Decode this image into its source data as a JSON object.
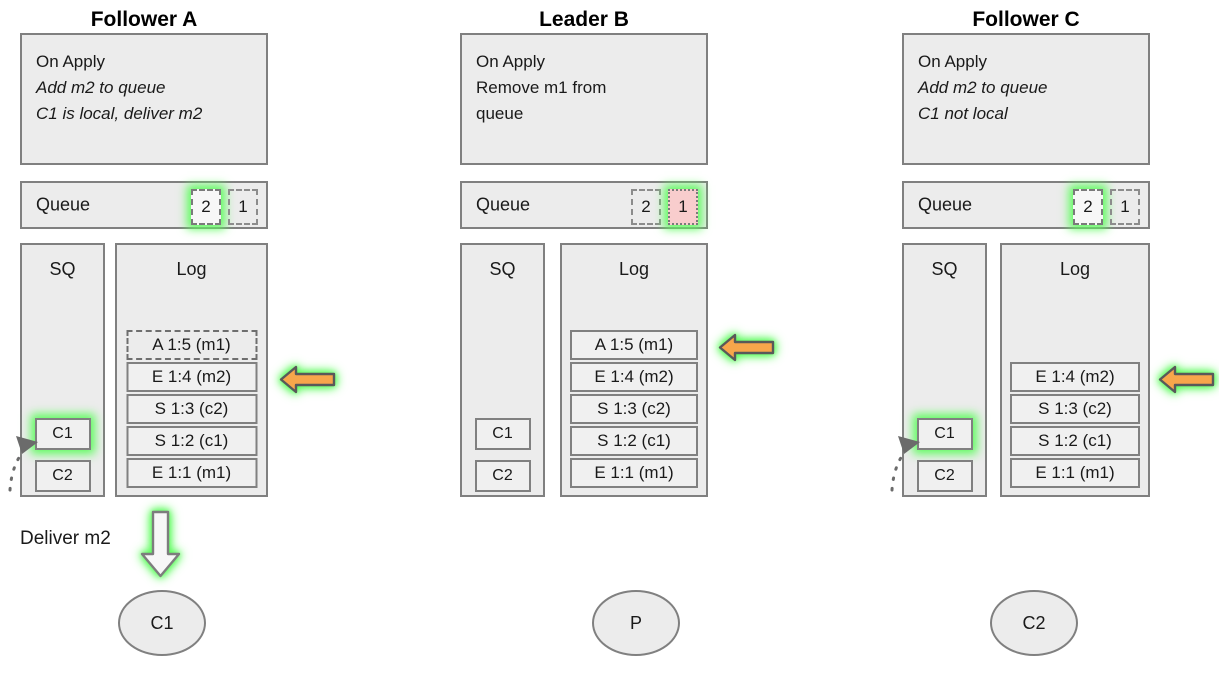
{
  "columns": [
    {
      "id": "follower-a",
      "title": "Follower A",
      "on_apply": {
        "heading": "On Apply",
        "lines": [
          {
            "text": "Add m2 to queue",
            "italic": true
          },
          {
            "text": "C1 is local, deliver m2",
            "italic": true
          }
        ]
      },
      "queue": {
        "label": "Queue",
        "slots": [
          {
            "value": "2",
            "style": "highlight"
          },
          {
            "value": "1",
            "style": "dashed"
          }
        ]
      },
      "sq": {
        "title": "SQ",
        "items": [
          {
            "label": "C1",
            "highlight": true
          },
          {
            "label": "C2",
            "highlight": false
          }
        ],
        "incoming_pointer": true
      },
      "log": {
        "title": "Log",
        "entries": [
          {
            "text": "A 1:5 (m1)",
            "pending": true
          },
          {
            "text": "E 1:4 (m2)",
            "pending": false
          },
          {
            "text": "S 1:3 (c2)",
            "pending": false
          },
          {
            "text": "S 1:2 (c1)",
            "pending": false
          },
          {
            "text": "E 1:1 (m1)",
            "pending": false
          }
        ],
        "arrow_target_index": 1
      },
      "deliver": {
        "label": "Deliver m2",
        "arrow": "down-arrow"
      },
      "endpoint": "C1"
    },
    {
      "id": "leader-b",
      "title": "Leader B",
      "on_apply": {
        "heading": "On Apply",
        "lines": [
          {
            "text": "Remove m1 from",
            "italic": false
          },
          {
            "text": "queue",
            "italic": false
          }
        ]
      },
      "queue": {
        "label": "Queue",
        "slots": [
          {
            "value": "2",
            "style": "dashed"
          },
          {
            "value": "1",
            "style": "pink-highlight"
          }
        ]
      },
      "sq": {
        "title": "SQ",
        "items": [
          {
            "label": "C1",
            "highlight": false
          },
          {
            "label": "C2",
            "highlight": false
          }
        ],
        "incoming_pointer": false
      },
      "log": {
        "title": "Log",
        "entries": [
          {
            "text": "A 1:5 (m1)",
            "pending": false
          },
          {
            "text": "E 1:4 (m2)",
            "pending": false
          },
          {
            "text": "S 1:3 (c2)",
            "pending": false
          },
          {
            "text": "S 1:2 (c1)",
            "pending": false
          },
          {
            "text": "E 1:1 (m1)",
            "pending": false
          }
        ],
        "arrow_target_index": 0
      },
      "deliver": null,
      "endpoint": "P"
    },
    {
      "id": "follower-c",
      "title": "Follower C",
      "on_apply": {
        "heading": "On Apply",
        "lines": [
          {
            "text": "Add m2 to queue",
            "italic": true
          },
          {
            "text": "C1 not local",
            "italic": true
          }
        ]
      },
      "queue": {
        "label": "Queue",
        "slots": [
          {
            "value": "2",
            "style": "highlight"
          },
          {
            "value": "1",
            "style": "dashed"
          }
        ]
      },
      "sq": {
        "title": "SQ",
        "items": [
          {
            "label": "C1",
            "highlight": true
          },
          {
            "label": "C2",
            "highlight": false
          }
        ],
        "incoming_pointer": true
      },
      "log": {
        "title": "Log",
        "entries": [
          {
            "text": "E 1:4 (m2)",
            "pending": false
          },
          {
            "text": "S 1:3 (c2)",
            "pending": false
          },
          {
            "text": "S 1:2 (c1)",
            "pending": false
          },
          {
            "text": "E 1:1 (m1)",
            "pending": false
          }
        ],
        "arrow_target_index": 0
      },
      "deliver": null,
      "endpoint": "C2"
    }
  ],
  "colors": {
    "arrow_fill": "#f7a64b",
    "arrow_stroke": "#595959",
    "glow": "#5dfc5d",
    "panel_fill": "#ececec",
    "panel_stroke": "#808080",
    "pink_fill": "#f8cdcd"
  }
}
